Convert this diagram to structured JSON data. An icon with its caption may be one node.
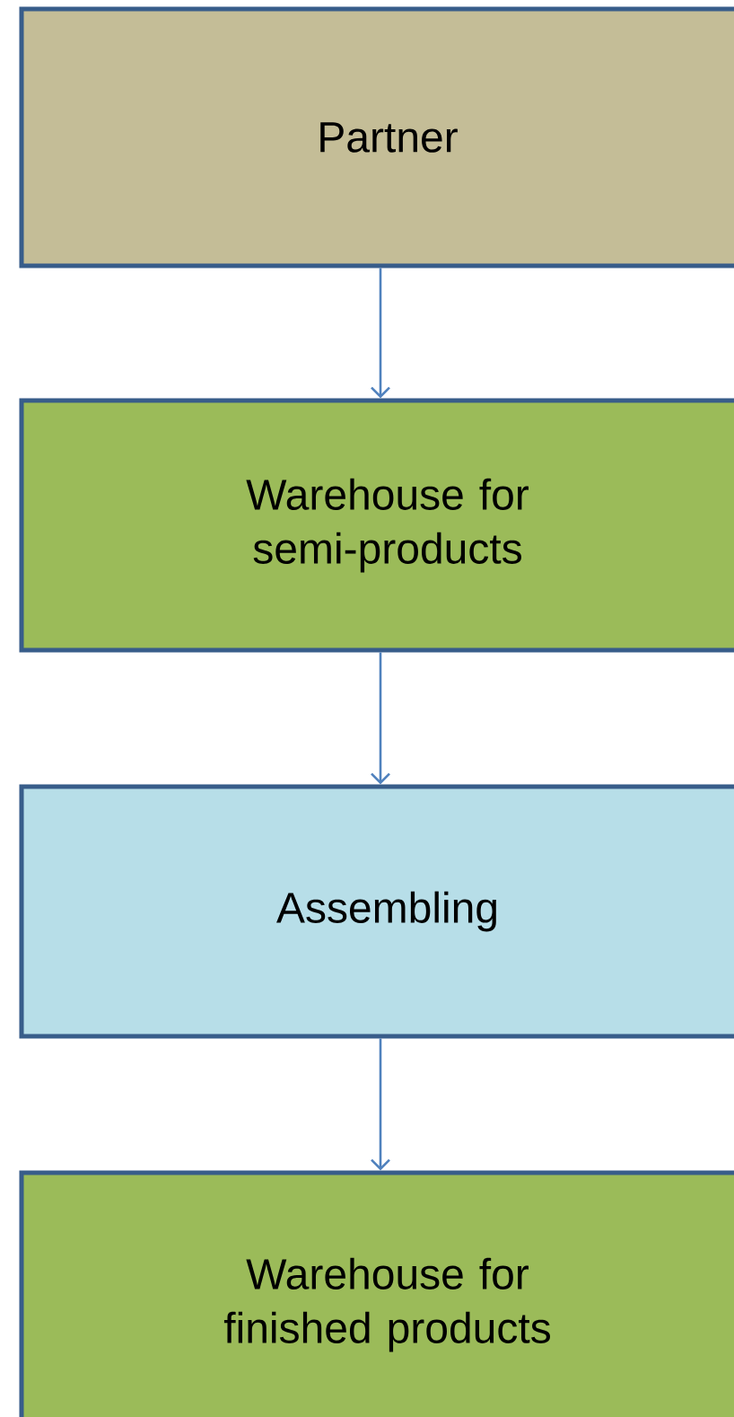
{
  "diagram": {
    "nodes": [
      {
        "text": [
          "Partner"
        ]
      },
      {
        "text": [
          "Warehouse for semi-products"
        ]
      },
      {
        "text": [
          "Assembling"
        ]
      },
      {
        "text": [
          "Warehouse for finished products"
        ]
      }
    ],
    "edges": [
      {
        "from": 0,
        "to": 1,
        "arrow": "to"
      },
      {
        "from": 1,
        "to": 2,
        "arrow": "to"
      },
      {
        "from": 2,
        "to": 3,
        "arrow": "to"
      }
    ]
  }
}
